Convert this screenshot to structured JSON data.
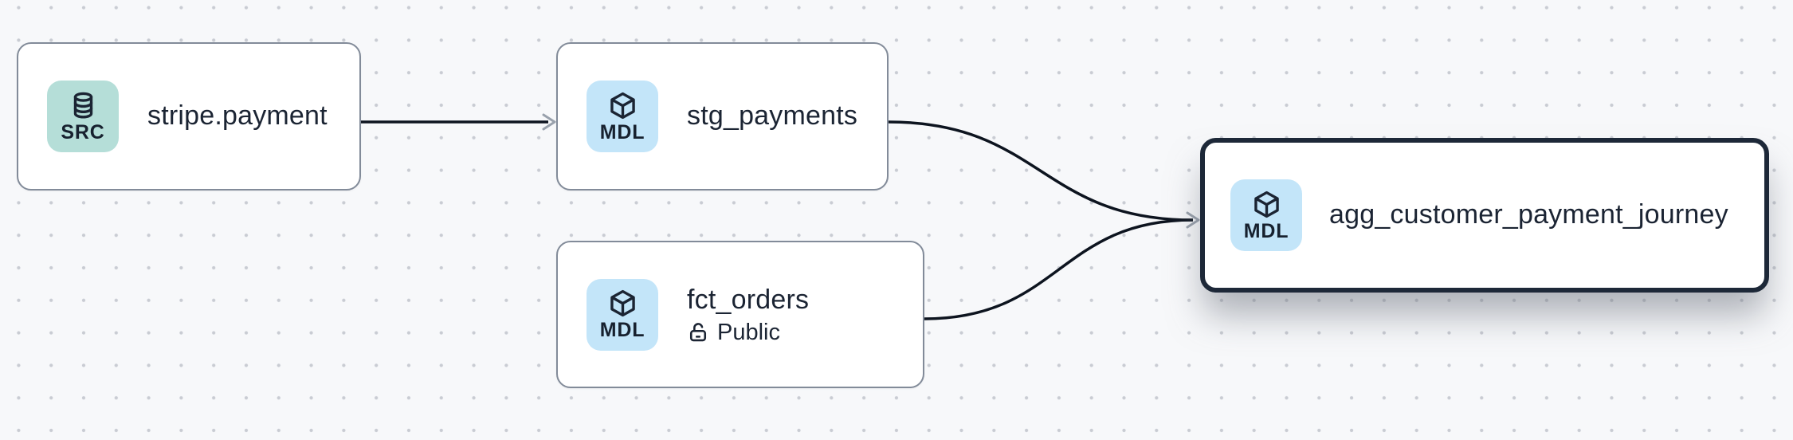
{
  "canvas": {
    "type": "data-lineage-graph",
    "background_color": "#f7f8fa",
    "dot_grid_color": "#c9ccd3"
  },
  "colors": {
    "node_background": "#ffffff",
    "node_border": "#828b99",
    "selected_node_border": "#1d2838",
    "title_text": "#1b2433",
    "edge_stroke": "#0d141f",
    "arrowhead": "#99a1ac",
    "src_badge_background": "#b5ded8",
    "mdl_badge_background": "#c3e5f9",
    "badge_text": "#17212f"
  },
  "nodes": [
    {
      "title": "stripe.payment",
      "type_label": "SRC",
      "icon": "database-icon",
      "selected": false
    },
    {
      "title": "stg_payments",
      "type_label": "MDL",
      "icon": "cube-icon",
      "selected": false
    },
    {
      "title": "fct_orders",
      "type_label": "MDL",
      "icon": "cube-icon",
      "access_label": "Public",
      "access_icon": "lock-open-icon",
      "selected": false
    },
    {
      "title": "agg_customer_payment_journey",
      "type_label": "MDL",
      "icon": "cube-icon",
      "selected": true
    }
  ],
  "edges": [
    {
      "source": "stripe.payment",
      "target": "stg_payments"
    },
    {
      "source": "stg_payments",
      "target": "agg_customer_payment_journey"
    },
    {
      "source": "fct_orders",
      "target": "agg_customer_payment_journey"
    }
  ]
}
